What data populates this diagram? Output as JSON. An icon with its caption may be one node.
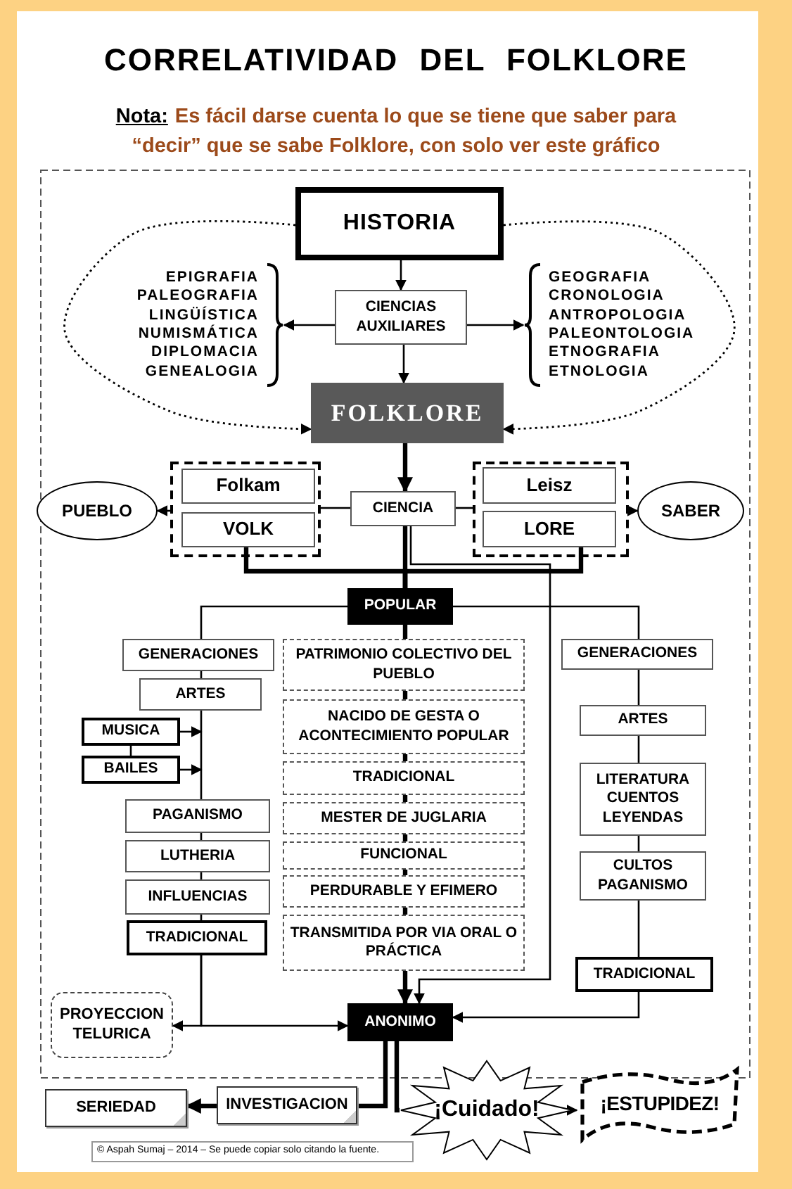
{
  "diagram": {
    "title": "CORRELATIVIDAD DEL FOLKLORE",
    "nodes": [
      {
        "text": [
          "HISTORIA"
        ]
      },
      {
        "text": [
          "CIENCIAS AUXILIARES"
        ]
      },
      {
        "text": [
          "EPIGRAFIA",
          "PALEOGRAFIA",
          "LINGÜÍSTICA",
          "NUMISMÁTICA",
          "DIPLOMACIA",
          "GENEALOGIA"
        ]
      },
      {
        "text": [
          "GEOGRAFIA",
          "CRONOLOGIA",
          "ANTROPOLOGIA",
          "PALEONTOLOGIA",
          "ETNOGRAFIA",
          "ETNOLOGIA"
        ]
      },
      {
        "text": [
          "FOLKLORE"
        ]
      },
      {
        "text": [],
        "shape": "box"
      },
      {
        "text": [
          "Folkam"
        ],
        "in": 5
      },
      {
        "text": [
          "VOLK"
        ],
        "in": 5
      },
      {
        "text": [
          "PUEBLO"
        ]
      },
      {
        "text": [
          "CIENCIA"
        ]
      },
      {
        "text": [],
        "shape": "box"
      },
      {
        "text": [
          "Leisz"
        ],
        "in": 10
      },
      {
        "text": [
          "LORE"
        ],
        "in": 10
      },
      {
        "text": [
          "SABER"
        ]
      },
      {
        "text": [
          "POPULAR"
        ]
      },
      {
        "text": [
          "GENERACIONES"
        ]
      },
      {
        "text": [
          "ARTES"
        ]
      },
      {
        "text": [
          "MUSICA"
        ]
      },
      {
        "text": [
          "BAILES"
        ]
      },
      {
        "text": [
          "PAGANISMO"
        ]
      },
      {
        "text": [
          "LUTHERIA"
        ]
      },
      {
        "text": [
          "INFLUENCIAS"
        ]
      },
      {
        "text": [
          "TRADICIONAL"
        ]
      },
      {
        "text": [
          "PATRIMONIO COLECTIVO DEL PUEBLO"
        ]
      },
      {
        "text": [
          "NACIDO DE GESTA O ACONTECIMIENTO POPULAR"
        ]
      },
      {
        "text": [
          "TRADICIONAL"
        ]
      },
      {
        "text": [
          "MESTER DE JUGLARIA"
        ]
      },
      {
        "text": [
          "FUNCIONAL"
        ]
      },
      {
        "text": [
          "PERDURABLE Y EFIMERO"
        ]
      },
      {
        "text": [
          "TRANSMITIDA POR VIA ORAL O PRÁCTICA"
        ]
      },
      {
        "text": [
          "GENERACIONES"
        ]
      },
      {
        "text": [
          "ARTES"
        ]
      },
      {
        "text": [
          "LITERATURA CUENTOS LEYENDAS"
        ]
      },
      {
        "text": [
          "CULTOS PAGANISMO"
        ]
      },
      {
        "text": [
          "TRADICIONAL"
        ]
      },
      {
        "text": [
          "PROYECCION TELURICA"
        ]
      },
      {
        "text": [
          "ANONIMO"
        ]
      },
      {
        "text": [
          "SERIEDAD"
        ]
      },
      {
        "text": [
          "INVESTIGACION"
        ]
      },
      {
        "text": [
          "¡Cuidado!"
        ]
      },
      {
        "text": [
          "¡ESTUPIDEZ!"
        ]
      },
      {
        "text": [
          "© Aspah Sumaj – 2014 – Se puede copiar solo citando la fuente."
        ]
      }
    ],
    "edges": [
      {
        "from": 0,
        "to": 1,
        "arrow": "to"
      },
      {
        "from": 1,
        "to": 2,
        "arrow": "to"
      },
      {
        "from": 1,
        "to": 3,
        "arrow": "to"
      },
      {
        "from": 1,
        "to": 4,
        "arrow": "to"
      },
      {
        "from": 0,
        "to": 4,
        "arrow": "to",
        "style": "dashed"
      },
      {
        "from": 0,
        "to": 4,
        "arrow": "to",
        "style": "dashed"
      },
      {
        "from": 4,
        "to": 9,
        "arrow": "to",
        "style": "thick"
      },
      {
        "from": 5,
        "to": 8,
        "arrow": "to"
      },
      {
        "from": 10,
        "to": 13,
        "arrow": "to"
      },
      {
        "from": 5,
        "to": 9,
        "arrow": "none"
      },
      {
        "from": 9,
        "to": 10,
        "arrow": "none"
      },
      {
        "from": 9,
        "to": 14,
        "arrow": "none",
        "style": "thick"
      },
      {
        "from": 7,
        "to": 14,
        "arrow": "none",
        "style": "thick"
      },
      {
        "from": 12,
        "to": 14,
        "arrow": "none",
        "style": "thick"
      },
      {
        "from": 9,
        "to": 36,
        "arrow": "to"
      },
      {
        "from": 14,
        "to": 15,
        "arrow": "none"
      },
      {
        "from": 14,
        "to": 30,
        "arrow": "none"
      },
      {
        "from": 14,
        "to": 23,
        "arrow": "none",
        "style": "thick"
      },
      {
        "from": 15,
        "to": 16,
        "arrow": "none"
      },
      {
        "from": 16,
        "to": 19,
        "arrow": "none"
      },
      {
        "from": 17,
        "to": 18,
        "arrow": "none"
      },
      {
        "from": 17,
        "to": null,
        "arrow": "to"
      },
      {
        "from": 18,
        "to": null,
        "arrow": "to"
      },
      {
        "from": 19,
        "to": 20,
        "arrow": "none"
      },
      {
        "from": 20,
        "to": 21,
        "arrow": "none"
      },
      {
        "from": 21,
        "to": 22,
        "arrow": "none"
      },
      {
        "from": 22,
        "to": 35,
        "arrow": "to"
      },
      {
        "from": 22,
        "to": 36,
        "arrow": "to"
      },
      {
        "from": 23,
        "to": 24,
        "arrow": "none",
        "style": "thick"
      },
      {
        "from": 24,
        "to": 25,
        "arrow": "none",
        "style": "thick"
      },
      {
        "from": 25,
        "to": 26,
        "arrow": "none",
        "style": "thick"
      },
      {
        "from": 26,
        "to": 27,
        "arrow": "none",
        "style": "thick"
      },
      {
        "from": 27,
        "to": 28,
        "arrow": "none",
        "style": "thick"
      },
      {
        "from": 28,
        "to": 29,
        "arrow": "none",
        "style": "thick"
      },
      {
        "from": 29,
        "to": 36,
        "arrow": "to",
        "style": "thick"
      },
      {
        "from": 30,
        "to": 31,
        "arrow": "none"
      },
      {
        "from": 31,
        "to": 32,
        "arrow": "none"
      },
      {
        "from": 32,
        "to": 33,
        "arrow": "none"
      },
      {
        "from": 33,
        "to": 34,
        "arrow": "none"
      },
      {
        "from": 34,
        "to": 36,
        "arrow": "to"
      },
      {
        "from": 36,
        "to": 38,
        "arrow": "none",
        "style": "thick"
      },
      {
        "from": 36,
        "to": 39,
        "arrow": "none",
        "style": "thick"
      },
      {
        "from": 38,
        "to": 37,
        "arrow": "to",
        "style": "thick"
      },
      {
        "from": 39,
        "to": 40,
        "arrow": "to"
      }
    ],
    "labels": [
      "Nota:",
      "Es fácil darse cuenta lo que se tiene que saber para “decir” que se sabe Folklore, con solo ver este gráfico"
    ]
  }
}
